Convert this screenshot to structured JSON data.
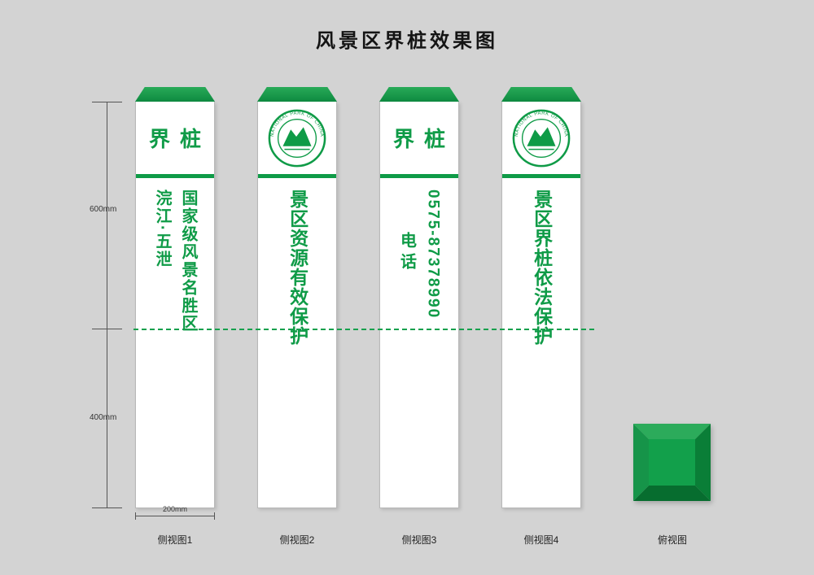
{
  "page": {
    "title": "风景区界桩效果图",
    "background_color": "#d3d3d3",
    "accent_green": "#0f9b47"
  },
  "dimensions": {
    "upper_height": "600mm",
    "lower_height": "400mm",
    "width": "200mm"
  },
  "pillars": [
    {
      "label": "侧视图1",
      "header": "界桩",
      "columns": [
        "国家级风景名胜区",
        "浣江·五泄"
      ]
    },
    {
      "label": "侧视图2",
      "emblem": "national-park-emblem",
      "columns": [
        "景区资源有效保护"
      ]
    },
    {
      "label": "侧视图3",
      "header": "界桩",
      "columns": [
        "0575-87378990",
        "电话"
      ]
    },
    {
      "label": "侧视图4",
      "emblem": "national-park-emblem",
      "columns": [
        "景区界桩依法保护"
      ]
    }
  ],
  "logo": {
    "arc_text": "NATIONAL PARK OF CHINA"
  },
  "top_view": {
    "label": "俯视图"
  }
}
